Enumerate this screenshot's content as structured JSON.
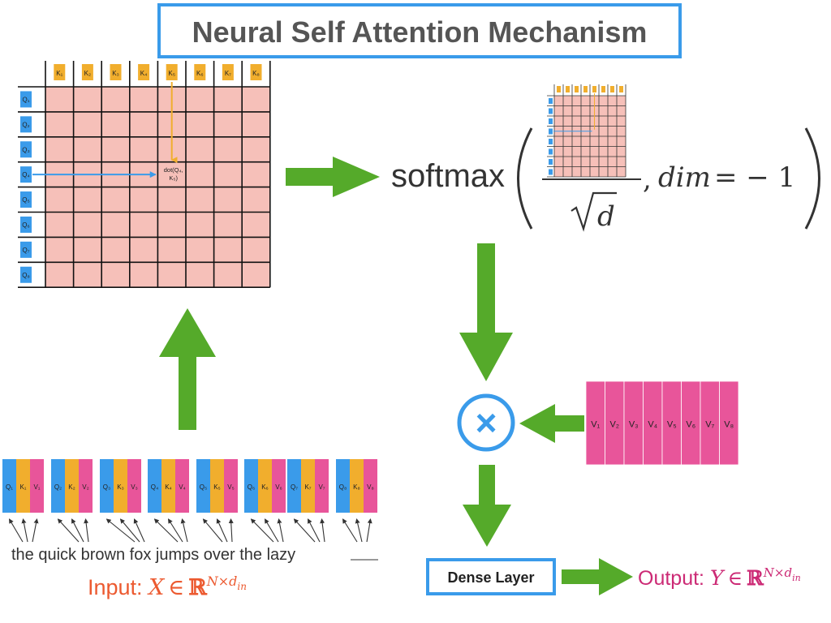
{
  "title": "Neural Self Attention Mechanism",
  "attention": {
    "keys": [
      "K₁",
      "K₂",
      "K₃",
      "K₄",
      "K₅",
      "K₆",
      "K₇",
      "K₈"
    ],
    "queries": [
      "Q₁",
      "Q₂",
      "Q₃",
      "Q₄",
      "Q₅",
      "Q₆",
      "Q₇",
      "Q₈"
    ],
    "dot_label_line1": "dot(Q₄,",
    "dot_label_line2": "K₅)"
  },
  "softmax": {
    "func": "softmax",
    "sqrt_d": "d",
    "dim": "dim",
    "dim_value": "= − 1"
  },
  "values": [
    "V₁",
    "V₂",
    "V₃",
    "V₄",
    "V₅",
    "V₆",
    "V₇",
    "V₈"
  ],
  "tokens": [
    {
      "q": "Q₁",
      "k": "K₁",
      "v": "V₁"
    },
    {
      "q": "Q₂",
      "k": "K₂",
      "v": "V₂"
    },
    {
      "q": "Q₃",
      "k": "K₃",
      "v": "V₃"
    },
    {
      "q": "Q₄",
      "k": "K₄",
      "v": "V₄"
    },
    {
      "q": "Q₅",
      "k": "K₅",
      "v": "V₅"
    },
    {
      "q": "Q₆",
      "k": "K₆",
      "v": "V₆"
    },
    {
      "q": "Q₇",
      "k": "K₇",
      "v": "V₇"
    },
    {
      "q": "Q₈",
      "k": "K₈",
      "v": "V₈"
    }
  ],
  "sentence": "the quick brown fox jumps over the lazy",
  "input_label": {
    "prefix": "Input: ",
    "var": "X",
    "in": "∈",
    "R": "ℝ",
    "sup": "N×d",
    "sub": "in"
  },
  "dense_layer": "Dense Layer",
  "output_label": {
    "prefix": "Output: ",
    "var": "Y",
    "in": "∈",
    "R": "ℝ",
    "sup": "N×d",
    "sub": "in"
  },
  "multiply_symbol": "×",
  "colors": {
    "blue": "#3a9bea",
    "orange": "#f1ae2d",
    "pink": "#e8559a",
    "matrix_fill": "#f6c0b9",
    "green": "#55aa2a",
    "input_red": "#ec5a30",
    "output_magenta": "#cc2a75",
    "title_text": "#555555"
  }
}
